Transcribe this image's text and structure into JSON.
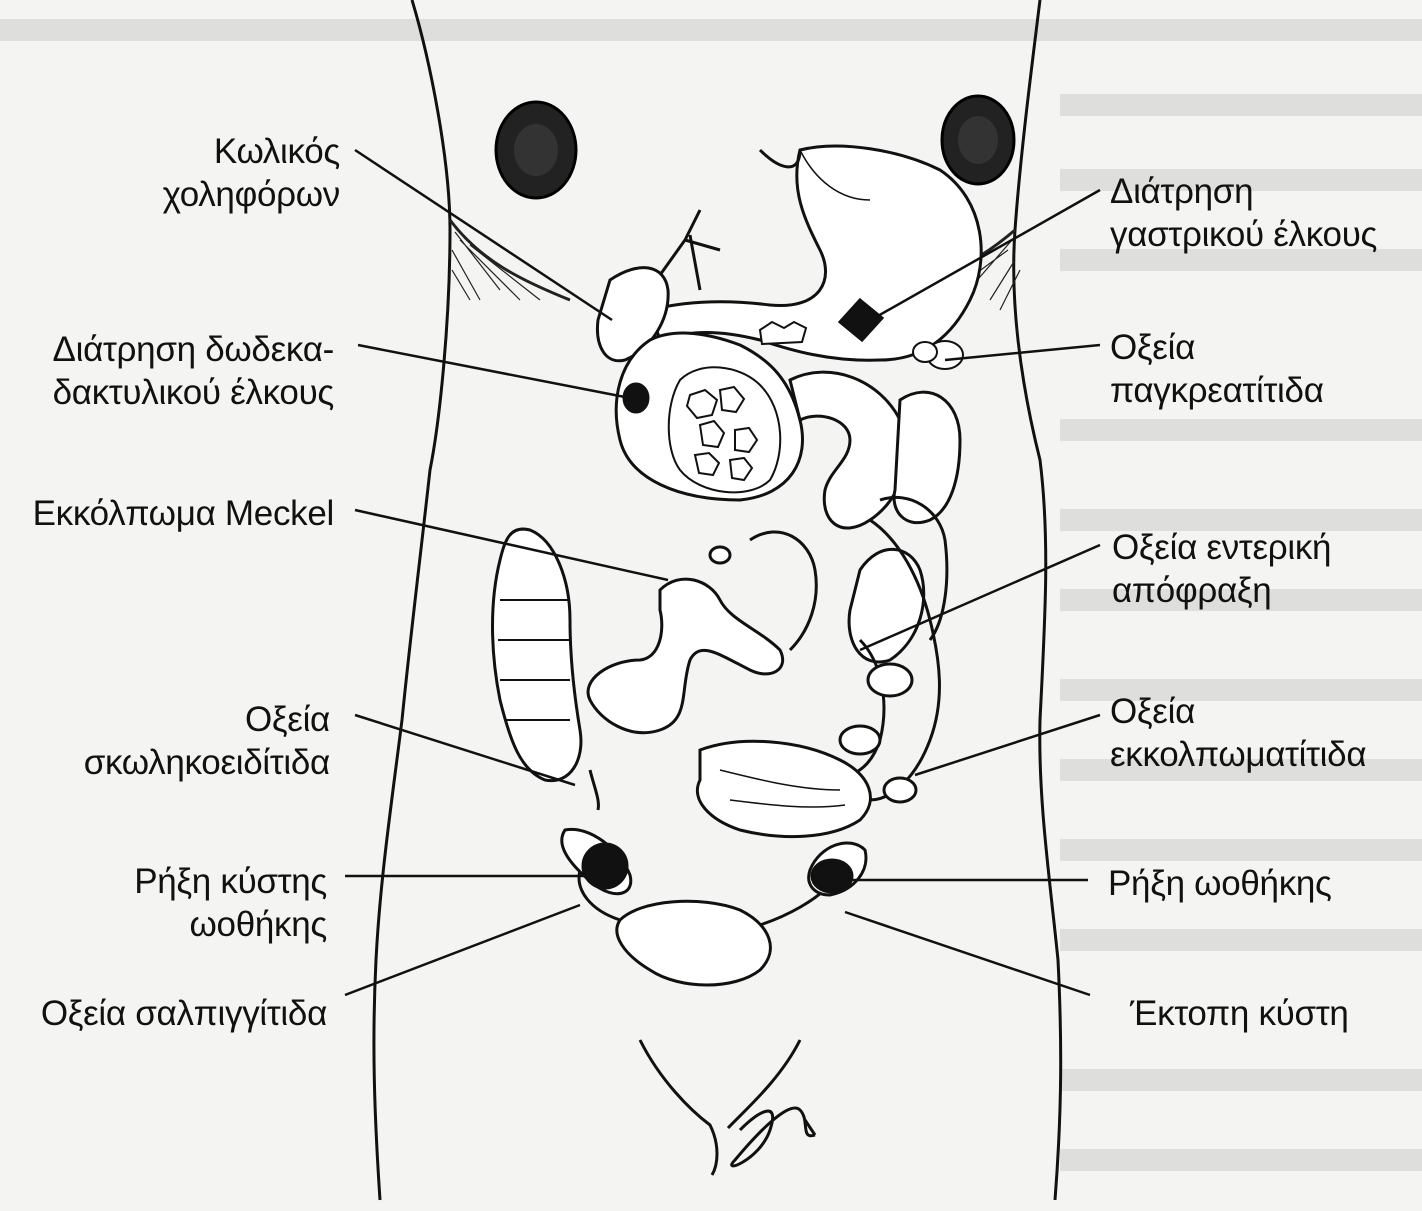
{
  "labels": {
    "biliary_colic": [
      "Κωλικός",
      "χοληφόρων"
    ],
    "duodenal_ulcer": [
      "Διάτρηση δωδεκα-",
      "δακτυλικού έλκους"
    ],
    "meckel": [
      "Εκκόλπωμα Meckel"
    ],
    "appendicitis": [
      "Οξεία",
      "σκωληκοειδίτιδα"
    ],
    "ovarian_cyst": [
      "Ρήξη κύστης",
      "ωοθήκης"
    ],
    "salpingitis": [
      "Οξεία σαλπιγγίτιδα"
    ],
    "gastric_ulcer": [
      "Διάτρηση",
      "γαστρικού έλκους"
    ],
    "pancreatitis": [
      "Οξεία",
      "παγκρεατίτιδα"
    ],
    "obstruction": [
      "Οξεία εντερική",
      "απόφραξη"
    ],
    "diverticulitis": [
      "Οξεία",
      "εκκολπωματίτιδα"
    ],
    "ovary_rupture": [
      "Ρήξη ωοθήκης"
    ],
    "ectopic": [
      "Έκτοπη κύστη"
    ]
  },
  "colors": {
    "background": "#f4f4f2",
    "ink": "#111111",
    "organ_fill": "#ffffff",
    "shade": "#9a9a9a"
  }
}
